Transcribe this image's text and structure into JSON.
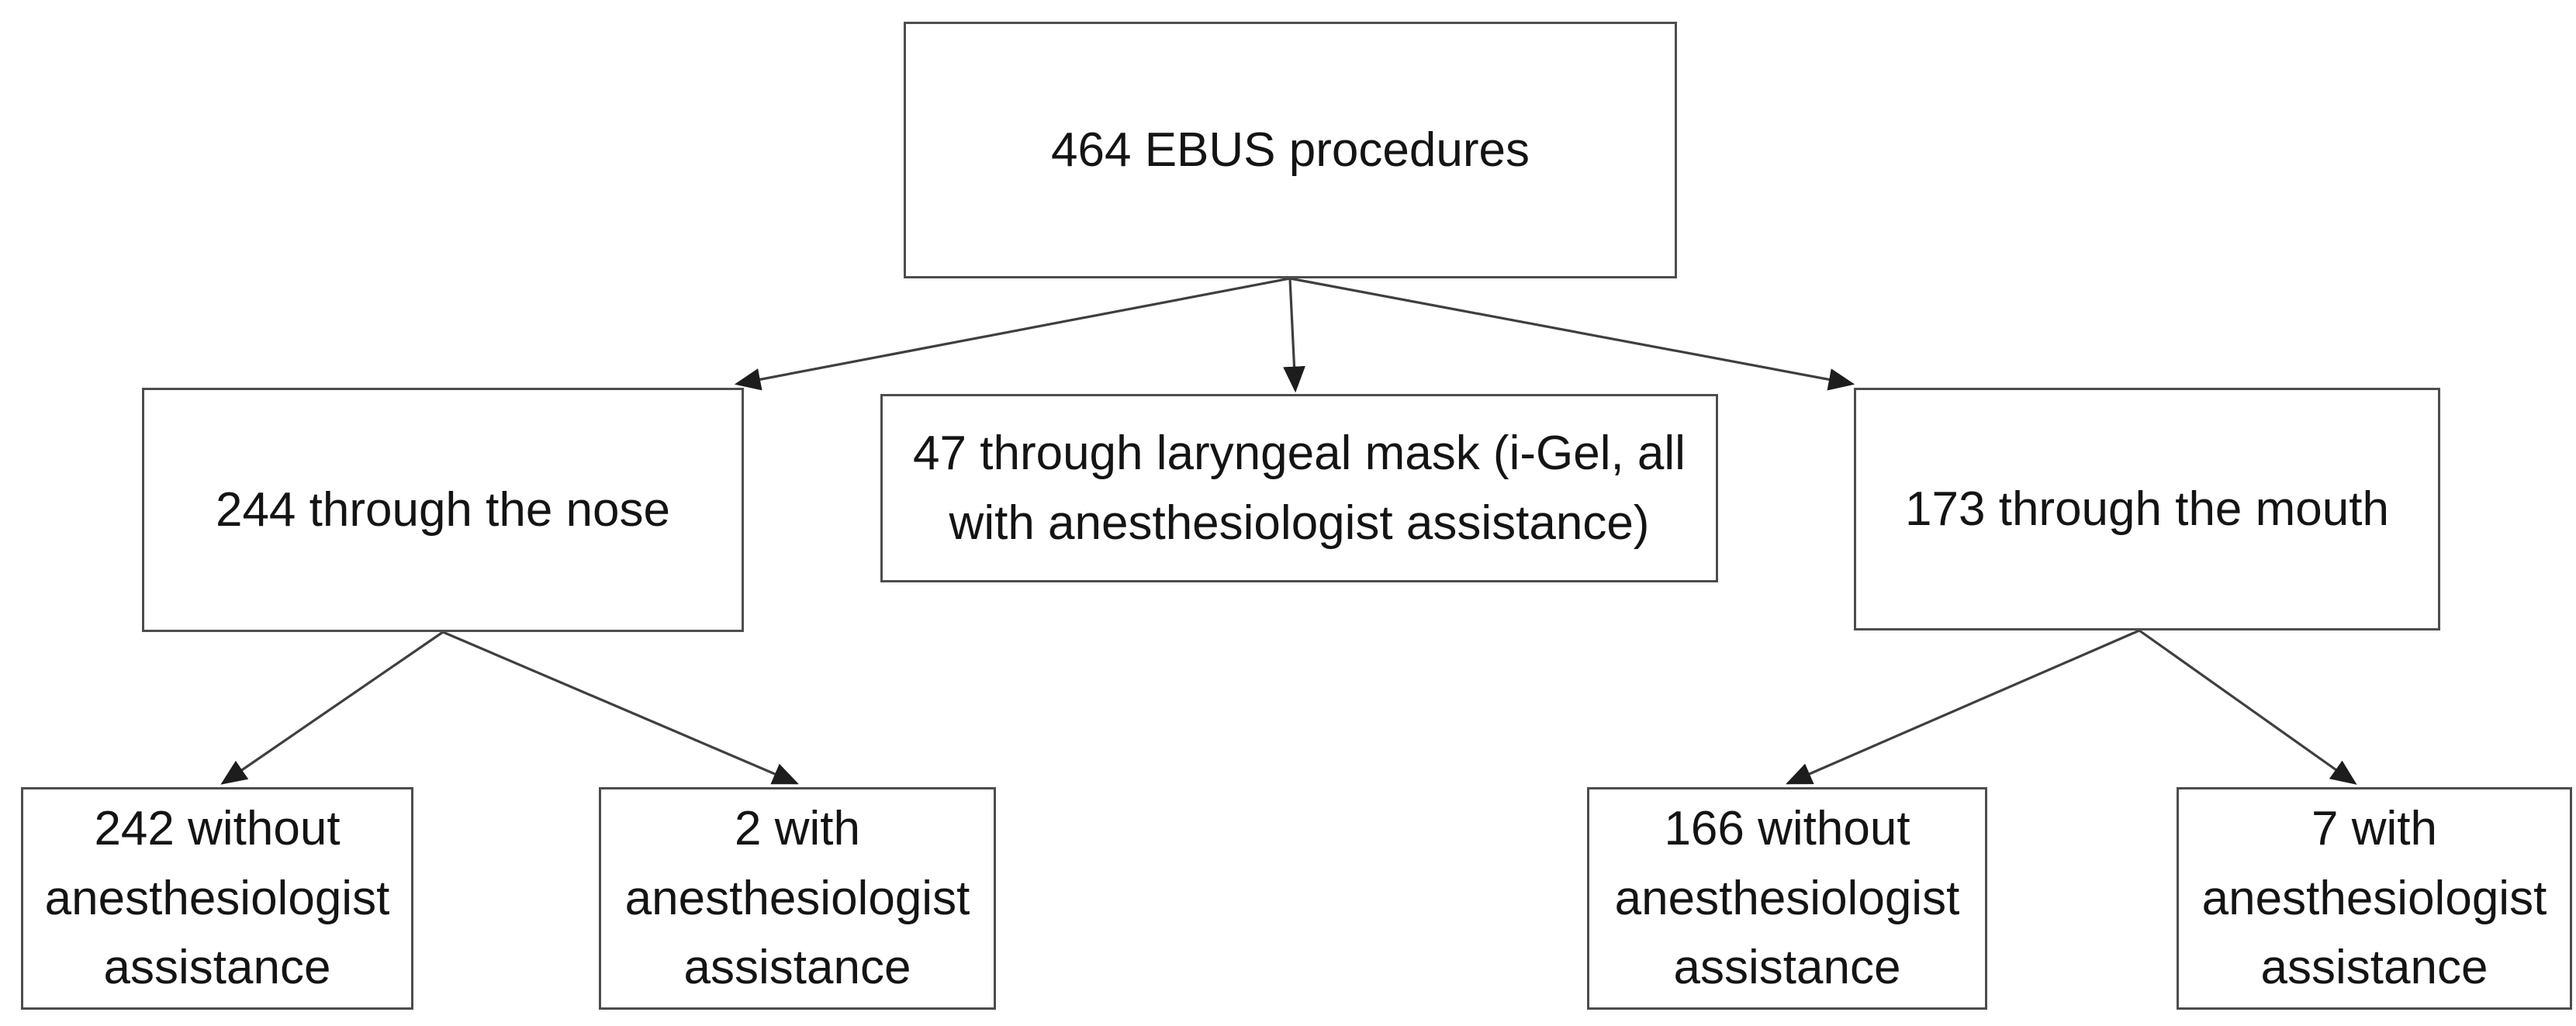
{
  "diagram": {
    "type": "flowchart",
    "description": "Breakdown of EBUS procedures by insertion route and anesthesiologist assistance",
    "colors": {
      "background": "#ffffff",
      "box_border": "#4d4d4d",
      "arrow": "#3f3f3f",
      "text": "#141414"
    },
    "nodes": {
      "root": {
        "label": "464 EBUS procedures",
        "lines": [
          "464 EBUS procedures"
        ],
        "count": 464
      },
      "nose": {
        "label": "244 through the nose",
        "lines": [
          "244 through the nose"
        ],
        "count": 244
      },
      "laryngeal_mask": {
        "label": "47 through laryngeal mask (i-Gel, all with anesthesiologist assistance)",
        "lines": [
          "47 through laryngeal mask (i-Gel, all",
          "with anesthesiologist assistance)"
        ],
        "count": 47
      },
      "mouth": {
        "label": "173 through the mouth",
        "lines": [
          "173 through the mouth"
        ],
        "count": 173
      },
      "nose_without": {
        "label": "242 without anesthesiologist assistance",
        "lines": [
          "242 without",
          "anesthesiologist",
          "assistance"
        ],
        "count": 242
      },
      "nose_with": {
        "label": "2 with anesthesiologist assistance",
        "lines": [
          "2 with",
          "anesthesiologist",
          "assistance"
        ],
        "count": 2
      },
      "mouth_without": {
        "label": "166 without anesthesiologist assistance",
        "lines": [
          "166 without",
          "anesthesiologist",
          "assistance"
        ],
        "count": 166
      },
      "mouth_with": {
        "label": "7 with anesthesiologist assistance",
        "lines": [
          "7 with",
          "anesthesiologist",
          "assistance"
        ],
        "count": 7
      }
    },
    "edges": [
      {
        "from": "root",
        "to": "laryngeal_mask"
      },
      {
        "from": "root",
        "to": "nose"
      },
      {
        "from": "root",
        "to": "mouth"
      },
      {
        "from": "nose",
        "to": "nose_without"
      },
      {
        "from": "nose",
        "to": "nose_with"
      },
      {
        "from": "mouth",
        "to": "mouth_without"
      },
      {
        "from": "mouth",
        "to": "mouth_with"
      }
    ]
  }
}
